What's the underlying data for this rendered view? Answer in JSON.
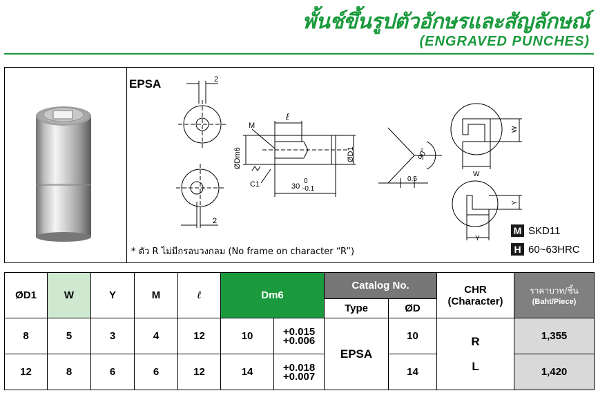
{
  "header": {
    "title_th": "พั้นช์ขึ้นรูปตัวอักษรและสัญลักษณ์",
    "title_en": "(ENGRAVED PUNCHES)"
  },
  "drawing": {
    "model": "EPSA",
    "note": "* ตัว R ไม่มีกรอบวงกลม (No frame on character “R”)",
    "dims": {
      "two_top": "2",
      "two_bottom": "2",
      "ell": "ℓ",
      "m": "M",
      "dm6": "ØDm6",
      "d1": "ØD1",
      "c1": "C1",
      "len": "30",
      "len_tol_upper": "0",
      "len_tol_lower": "-0.1",
      "angle": "90°",
      "offset": "0.5",
      "w1": "W",
      "w2": "W",
      "y1": "Y",
      "y2": "Y"
    },
    "specs": [
      {
        "badge": "M",
        "text": "SKD11"
      },
      {
        "badge": "H",
        "text": "60~63HRC"
      }
    ]
  },
  "table": {
    "headers": {
      "d1": "ØD1",
      "w": "W",
      "y": "Y",
      "m": "M",
      "ell": "ℓ",
      "dm6": "Dm6",
      "catalog": "Catalog No.",
      "type": "Type",
      "od": "ØD",
      "chr1": "CHR",
      "chr2": "(Character)",
      "price1": "ราคาบาท/ชิ้น",
      "price2": "(Baht/Piece)"
    },
    "rows": [
      {
        "d1": "8",
        "w": "5",
        "y": "3",
        "m": "4",
        "ell": "12",
        "dm6": "10",
        "tol_up": "+0.015",
        "tol_low": "+0.006",
        "od": "10",
        "price": "1,355"
      },
      {
        "d1": "12",
        "w": "8",
        "y": "6",
        "m": "6",
        "ell": "12",
        "dm6": "14",
        "tol_up": "+0.018",
        "tol_low": "+0.007",
        "od": "14",
        "price": "1,420"
      }
    ],
    "type_value": "EPSA",
    "chr_values": [
      "R",
      "L"
    ]
  }
}
